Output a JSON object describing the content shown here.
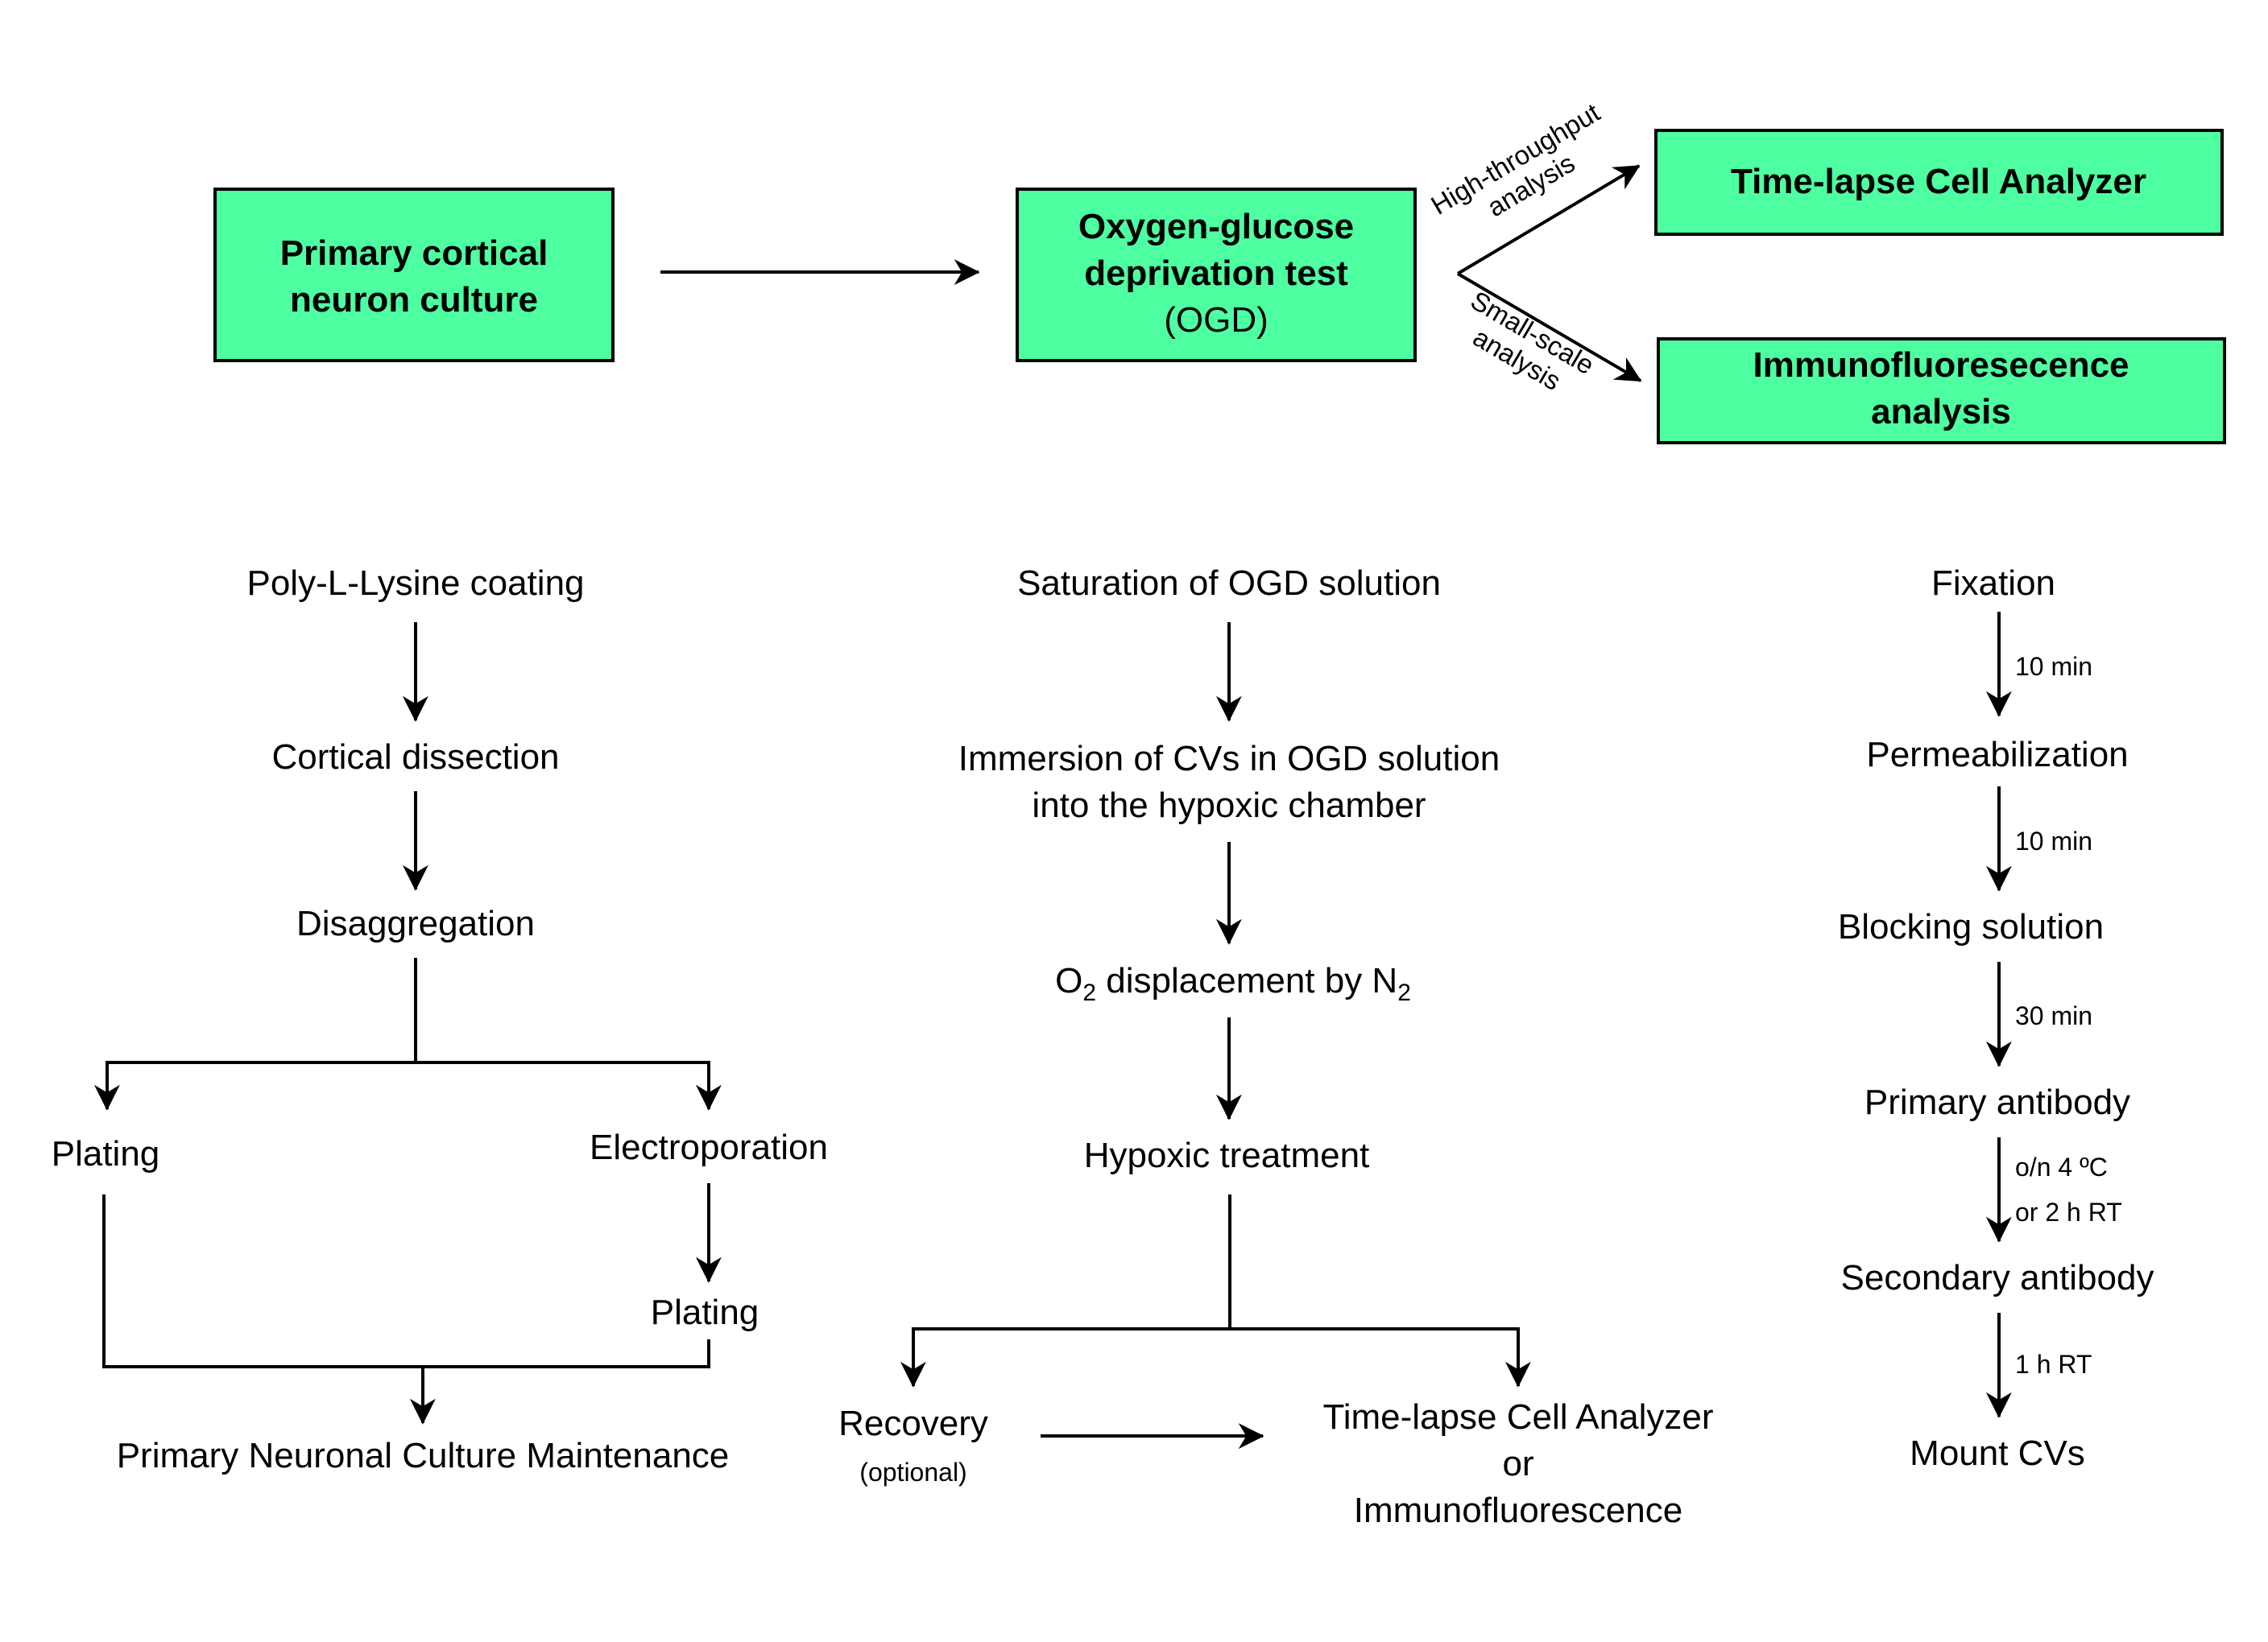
{
  "colors": {
    "box_fill": "#4dffa0",
    "stroke": "#000000",
    "background": "#ffffff"
  },
  "top": {
    "primary_culture": {
      "line1": "Primary cortical",
      "line2": "neuron culture"
    },
    "ogd": {
      "line1": "Oxygen-glucose",
      "line2": "deprivation test",
      "line3": "(OGD)"
    },
    "branch_high": {
      "line1": "High-throughput",
      "line2": "analysis"
    },
    "branch_small": {
      "line1": "Small-scale",
      "line2": "analysis"
    },
    "time_lapse": {
      "label": "Time-lapse Cell Analyzer"
    },
    "immuno": {
      "line1": "Immunofluoresecence",
      "line2": "analysis"
    }
  },
  "culture_protocol": {
    "poly_lysine": "Poly-L-Lysine coating",
    "dissection": "Cortical dissection",
    "disaggregation": "Disaggregation",
    "plating_left": "Plating",
    "electroporation": "Electroporation",
    "plating_right": "Plating",
    "maintenance": "Primary Neuronal Culture Maintenance"
  },
  "ogd_protocol": {
    "saturation": "Saturation of OGD solution",
    "immersion_line1": "Immersion of CVs in OGD solution",
    "immersion_line2": "into the hypoxic chamber",
    "o2_o": "O",
    "o2_sub": "2",
    "o2_mid": " displacement by N",
    "n2_sub": "2",
    "hypoxic": "Hypoxic treatment",
    "recovery": "Recovery",
    "recovery_note": "(optional)",
    "outcome_line1": "Time-lapse Cell Analyzer",
    "outcome_line2": "or",
    "outcome_line3": "Immunofluorescence"
  },
  "if_protocol": {
    "fixation": "Fixation",
    "t1": "10 min",
    "permeabilization": "Permeabilization",
    "t2": "10 min",
    "blocking": "Blocking solution",
    "t3": "30 min",
    "primary_ab": "Primary antibody",
    "t4_line1": "o/n 4 ºC",
    "t4_line2": "or 2 h RT",
    "secondary_ab": "Secondary antibody",
    "t5": "1 h RT",
    "mount": "Mount CVs"
  }
}
